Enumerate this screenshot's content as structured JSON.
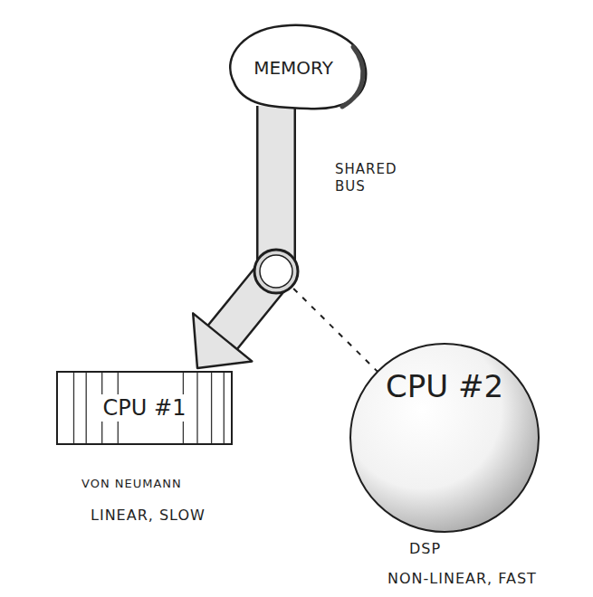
{
  "diagram": {
    "nodes": [
      {
        "text": [
          "MEMORY"
        ]
      },
      {
        "text": [
          "CPU #1"
        ]
      },
      {
        "text": [
          "CPU #2"
        ]
      }
    ],
    "edges": [
      {
        "from": 0,
        "to": 1,
        "arrow": "to"
      },
      {
        "from": 0,
        "to": 2,
        "arrow": "none"
      }
    ],
    "labels": [
      "SHARED BUS",
      "VON NEUMANN",
      "LINEAR, SLOW",
      "DSP",
      "NON-LINEAR, FAST"
    ]
  }
}
